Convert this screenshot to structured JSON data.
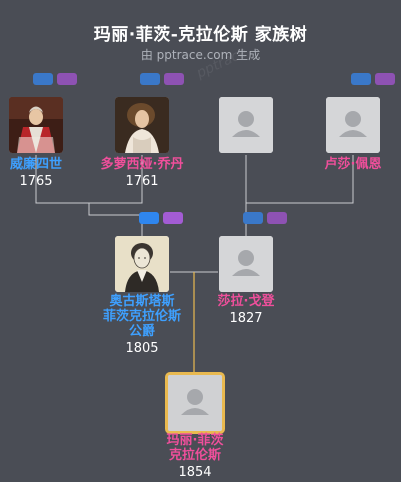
{
  "header": {
    "title": "玛丽·菲茨-克拉伦斯 家族树",
    "subtitle": "由 pptrace.com 生成",
    "watermark": "pptrace"
  },
  "people": {
    "william": {
      "name": "威廉四世",
      "year": "1765"
    },
    "dorothea": {
      "name": "多萝西娅·乔丹",
      "year": "1761"
    },
    "unknown_grandfather": {
      "name": "",
      "year": ""
    },
    "lucy": {
      "name": "卢莎·佩恩",
      "year": ""
    },
    "augustus": {
      "name_line1": "奥古斯塔斯",
      "name_line2": "菲茨克拉伦斯",
      "name_line3": "公爵",
      "year": "1805"
    },
    "sarah": {
      "name": "莎拉·戈登",
      "year": "1827"
    },
    "mary": {
      "name_line1": "玛丽·菲茨",
      "name_line2": "克拉伦斯",
      "year": "1854"
    }
  },
  "colors": {
    "background": "#4a4d55",
    "male": "#3ea0ff",
    "female": "#ef4f9b",
    "selected_border": "#e9b94f",
    "lines": "#c9cbd0"
  }
}
